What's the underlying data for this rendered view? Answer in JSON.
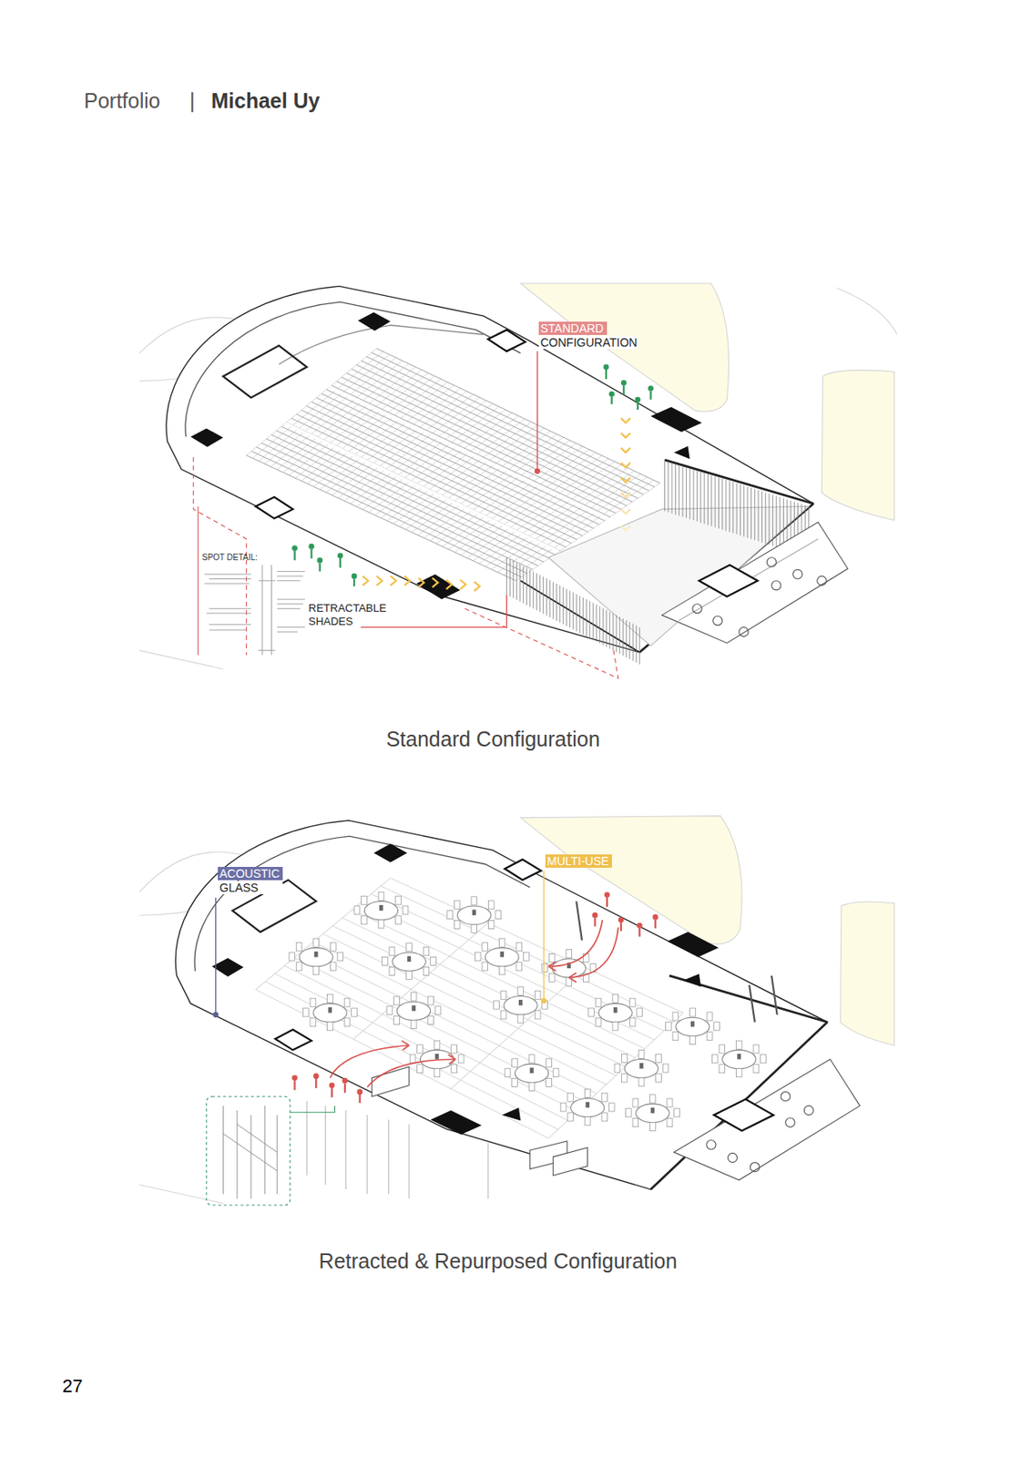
{
  "diagram": {
    "nodes": [
      {
        "text": [
          "STANDARD",
          "CONFIGURATION"
        ]
      },
      {
        "text": [
          "ACOUSTIC",
          "GLASS"
        ]
      },
      {
        "text": [
          "MULTI-USE"
        ]
      }
    ],
    "labels": [
      "Portfolio",
      "|",
      "Michael Uy",
      "SPOT DETAIL:",
      "RETRACTABLE SHADES",
      "Standard Configuration",
      "Retracted & Repurposed Configuration",
      "27"
    ]
  }
}
